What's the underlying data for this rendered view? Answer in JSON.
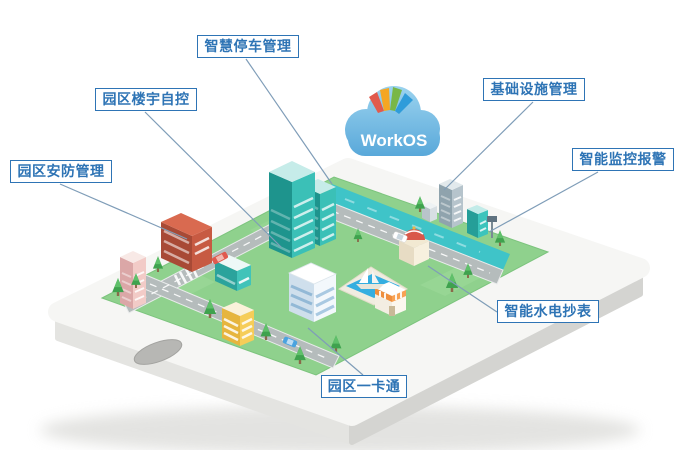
{
  "cloud": {
    "label": "WorkOS"
  },
  "callouts": [
    {
      "id": "smart-parking",
      "label": "智慧停车管理"
    },
    {
      "id": "building-automation",
      "label": "园区楼宇自控"
    },
    {
      "id": "security-management",
      "label": "园区安防管理"
    },
    {
      "id": "infrastructure-management",
      "label": "基础设施管理"
    },
    {
      "id": "monitoring-alarm",
      "label": "智能监控报警"
    },
    {
      "id": "utility-metering",
      "label": "智能水电抄表"
    },
    {
      "id": "campus-one-card",
      "label": "园区一卡通"
    }
  ],
  "colors": {
    "label_accent": "#2e74b5",
    "cloud_blue": "#6fb6e2",
    "grass_green": "#8fd18d",
    "water_teal": "#3fc4c8",
    "pool_blue": "#35aee0",
    "phone_body": "#f6f6f4",
    "teal_building": "#3bc0b7",
    "red_building": "#c75a42"
  }
}
